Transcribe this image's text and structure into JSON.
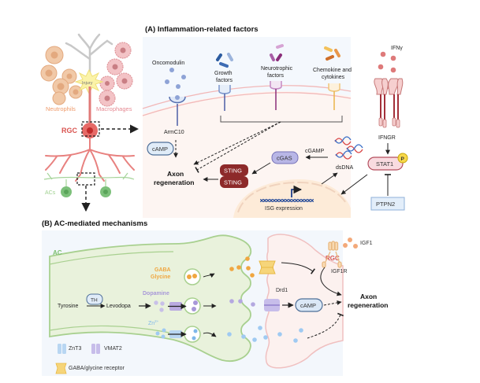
{
  "overview": {
    "neutrophils_label": "Neutrophils",
    "macrophages_label": "Macrophages",
    "injury_label": "Injury",
    "rgc_label": "RGC",
    "acs_label": "ACs"
  },
  "panel_a": {
    "title": "(A) Inflammation-related factors",
    "ligands": {
      "oncomodulin": "Oncomodulin",
      "growth_factors_1": "Growth",
      "growth_factors_2": "factors",
      "neurotrophic_1": "Neurotrophic",
      "neurotrophic_2": "factors",
      "chemokine_1": "Chemokine and",
      "chemokine_2": "cytokines",
      "ifng": "IFNγ"
    },
    "receptors": {
      "armc10": "ArmC10",
      "ifngr": "IFNGR"
    },
    "nodes": {
      "camp": "cAMP",
      "axon_1": "Axon",
      "axon_2": "regeneration",
      "sting_1": "STING",
      "sting_2": "STING",
      "cgas": "cGAS",
      "cgamp": "cGAMP",
      "dsdna": "dsDNA",
      "isg": "ISG expression",
      "stat1": "STAT1",
      "phospho": "P",
      "ptpn2": "PTPN2"
    }
  },
  "panel_b": {
    "title": "(B) AC-mediated mechanisms",
    "ac_label": "AC",
    "rgc_label": "RGC",
    "gaba_1": "GABA",
    "gaba_2": "Glycine",
    "dopamine": "Dopamine",
    "zn": "Zn",
    "zn_sup": "2+",
    "tyrosine": "Tyrosine",
    "th": "TH",
    "levodopa": "Levodopa",
    "drd1": "Drd1",
    "camp": "cAMP",
    "igf1": "IGF1",
    "igf1r": "IGF1R",
    "axon_1": "Axon",
    "axon_2": "regeneration",
    "legend": {
      "znt3": "ZnT3",
      "vmat2": "VMAT2",
      "gaba_receptor": "GABA/glycine receptor"
    }
  },
  "colors": {
    "rgc_red": "#d9534f",
    "ac_green": "#8cc47a",
    "neutrophil_orange": "#e8a070",
    "macrophage_pink": "#e09aa0",
    "gaba_orange": "#f0a640",
    "dopamine_purple": "#a898d8",
    "zn_blue": "#7fb8ea",
    "sting_dark_red": "#8b2a2a",
    "panel_bg": "#f3f7fc"
  }
}
